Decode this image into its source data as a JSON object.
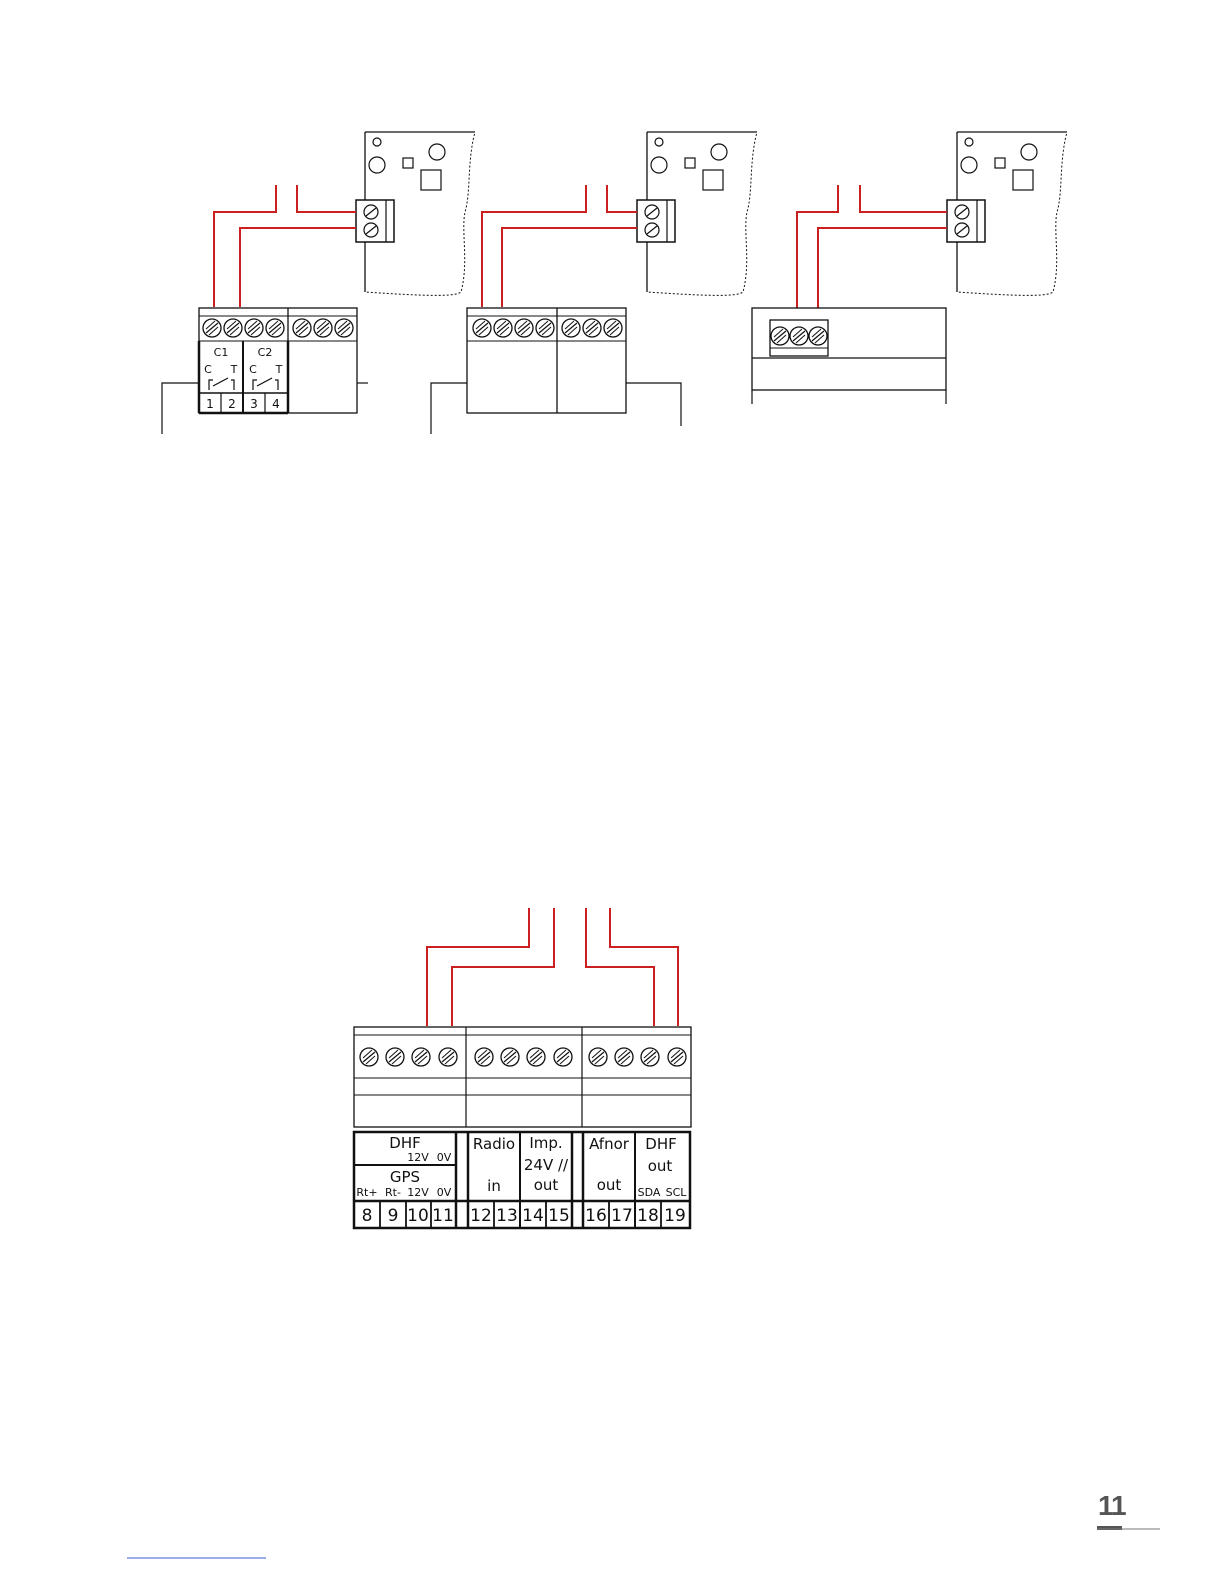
{
  "top_diagram": {
    "relay_group_labels": [
      "C1",
      "C2"
    ],
    "contact_labels": [
      "C",
      "T",
      "C",
      "T"
    ],
    "terminal_numbers": [
      "1",
      "2",
      "3",
      "4"
    ]
  },
  "bottom_diagram": {
    "labels": {
      "dhf_header": "DHF",
      "dhf_12v": "12V",
      "dhf_0v": "0V",
      "gps_header": "GPS",
      "gps_rtp": "Rt+",
      "gps_rtm": "Rt-",
      "gps_12v": "12V",
      "gps_0v": "0V",
      "radio": "Radio",
      "radio_in": "in",
      "imp": "Imp.",
      "imp_24v": "24V //",
      "imp_out": "out",
      "afnor": "Afnor",
      "afnor_out": "out",
      "dhf_out_header": "DHF",
      "dhf_out_out": "out",
      "sda": "SDA",
      "scl": "SCL"
    },
    "terminal_numbers": [
      "8",
      "9",
      "10",
      "11",
      "12",
      "13",
      "14",
      "15",
      "16",
      "17",
      "18",
      "19"
    ]
  },
  "footer": {
    "page_number": "11"
  },
  "colors": {
    "wire": "#cc1f1f",
    "line": "#111111"
  }
}
